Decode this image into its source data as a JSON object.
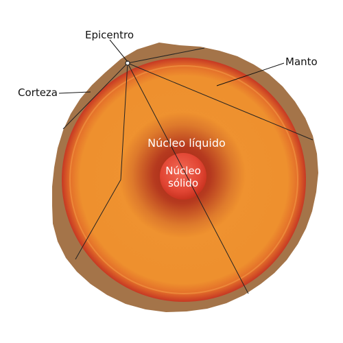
{
  "labels": {
    "epicenter": "Epicentro",
    "mantle": "Manto",
    "crust": "Corteza",
    "liquid_core": "Núcleo líquido",
    "solid_core_line1": "Núcleo",
    "solid_core_line2": "sólido"
  },
  "colors": {
    "crust": "#A47449",
    "mantle_edge": "#C0311F",
    "mantle": "#EF922F",
    "liquid_core": "#B12E1C",
    "solid_core": "#E74A3B",
    "line": "#111111"
  }
}
